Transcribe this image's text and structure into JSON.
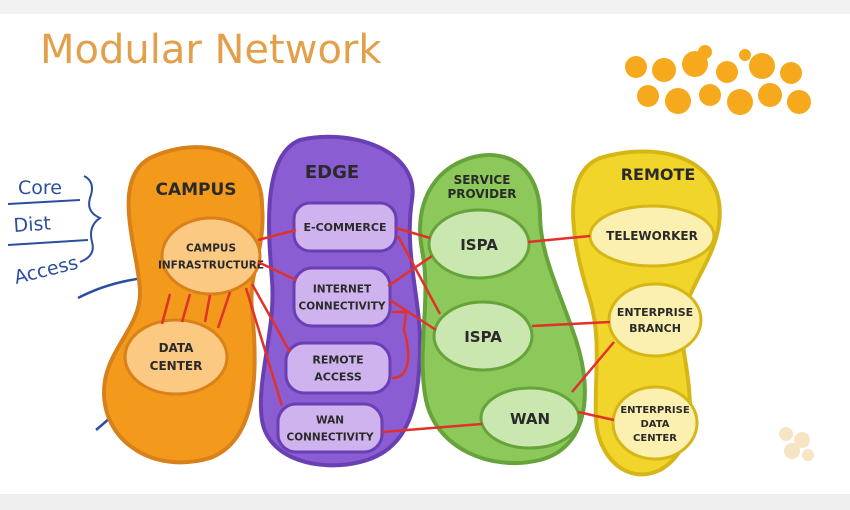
{
  "title": "Modular Network",
  "colors": {
    "title": "#e2a04b",
    "campus": "#f39a1c",
    "campus_inner": "#fbc981",
    "edge": "#8a5dd2",
    "edge_inner": "#cfb3ee",
    "sp": "#8cc95a",
    "sp_inner": "#cbe7b0",
    "remote": "#f2d52b",
    "remote_inner": "#fbf0b0",
    "link": "#e0322a",
    "annotation": "#2b4f9e"
  },
  "annotation": {
    "core": "Core",
    "dist": "Dist",
    "access": "Access"
  },
  "campus": {
    "title": "CAMPUS",
    "infrastructure": [
      "CAMPUS",
      "INFRASTRUCTURE"
    ],
    "data_center": [
      "DATA",
      "CENTER"
    ]
  },
  "edge": {
    "title": "EDGE",
    "ecommerce": [
      "E-COMMERCE"
    ],
    "internet": [
      "INTERNET",
      "CONNECTIVITY"
    ],
    "remote_access": [
      "REMOTE",
      "ACCESS"
    ],
    "wan": [
      "WAN",
      "CONNECTIVITY"
    ]
  },
  "sp": {
    "title": [
      "SERVICE",
      "PROVIDER"
    ],
    "ispa1": "ISPA",
    "ispa2": "ISPA",
    "wan": "WAN"
  },
  "remote": {
    "title": "REMOTE",
    "teleworker": [
      "TELEWORKER"
    ],
    "branch": [
      "ENTERPRISE",
      "BRANCH"
    ],
    "dc": [
      "ENTERPRISE",
      "DATA",
      "CENTER"
    ]
  }
}
